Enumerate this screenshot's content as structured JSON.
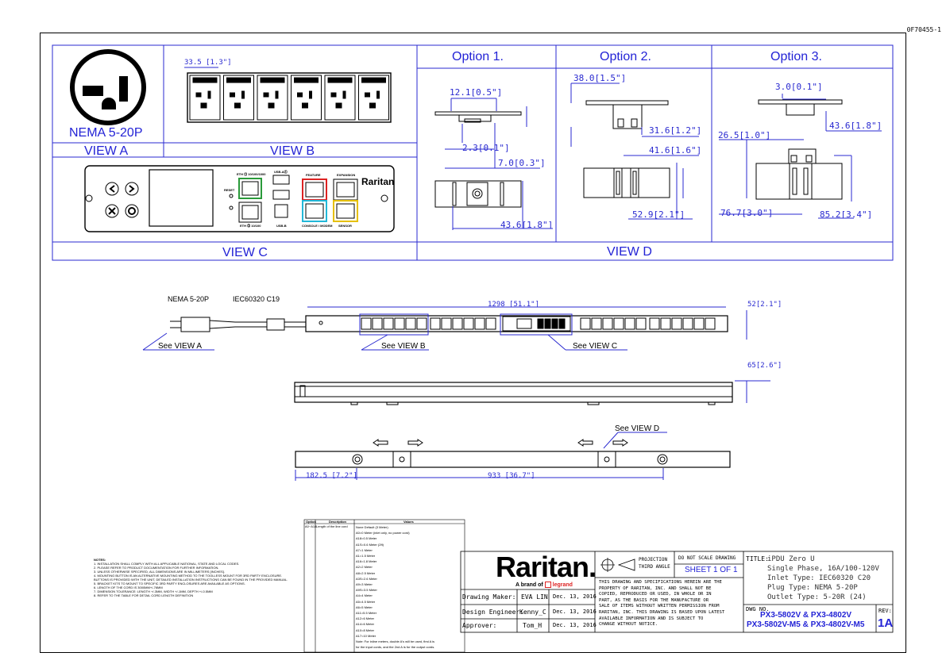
{
  "doc_id": "0F70455-1",
  "view_labels": {
    "view_a": "VIEW A",
    "view_b": "VIEW B",
    "view_c": "VIEW C",
    "view_d": "VIEW D",
    "plug_label": "NEMA 5-20P"
  },
  "options": {
    "opt1": "Option 1.",
    "opt2": "Option  2.",
    "opt3": "Option 3."
  },
  "dims": {
    "b_pitch": "33.5 [1.3\"]",
    "o1_a": "12.1[0.5\"]",
    "o1_b": "2.3[0.1\"]",
    "o1_c": "7.0[0.3\"]",
    "o1_d": "43.6[1.8\"]",
    "o2_a": "38.0[1.5\"]",
    "o2_b": "31.6[1.2\"]",
    "o2_c": "41.6[1.6\"]",
    "o2_d": "52.9[2.1\"]",
    "o3_a": "3.0[0.1\"]",
    "o3_b": "26.5[1.0\"]",
    "o3_c": "43.6[1.8\"]",
    "o3_d": "76.7[3.0\"]",
    "o3_e": "85.2[3.4\"]",
    "length": "1298 [51.1\"]",
    "width": "52[2.1\"]",
    "depth": "65[2.6\"]",
    "mount_offset": "182.5 [7.2\"]",
    "mount_pitch": "933 [36.7\"]"
  },
  "controller": {
    "eth_top": "ETH ⓵ 10/100/1000",
    "usb_a": "USB-A⓵",
    "feature": "FEATURE",
    "expansion": "EXPANSION",
    "reset": "RESET",
    "eth_bottom": "ETH ⓶ 10/100",
    "usb_b": "USB-B",
    "console": "CONSOLE / MODEM",
    "sensor": "SENSOR",
    "brand": "Raritan"
  },
  "callouts": {
    "plug": "NEMA 5-20P",
    "inlet": "IEC60320 C19",
    "see_a": "See VIEW A",
    "see_b": "See VIEW B",
    "see_c": "See VIEW C",
    "see_d": "See VIEW D"
  },
  "notes": {
    "title": "NOTES:",
    "lines": [
      "1. INSTALLATION SHALL COMPLY WITH ALL APPLICABLE NATIONAL, STATE AND LOCAL CODES.",
      "2. PLEASE REFER TO PRODUCT DOCUMENTATION FOR FURTHER INFORMATION.",
      "3. UNLESS OTHERWISE SPECIFIED, ALL DIMENSIONS ARE IN MILLIMETERS [INCHES].",
      "4. MOUNTING BUTTON IS AN ALTERNATIVE MOUNTING METHOD TO THE TOOLLESS MOUNT FOR 3RD PARTY ENCLOSURE.",
      "   BUTTONS IS PROVIDED WITH THE UNIT, DETAILED INSTALLATION INSTRUCTIONS CAN BE FOUND IN THE PROVIDED MANUAL.",
      "5. BRACKET KITS TO MOUNT TO SPECIFIC 3RD PARTY ENCLOSURES ARE AVAILABLE AS OPTIONS.",
      "6. LENGTH OF THE CORD IS 3000MM+/-76MM",
      "7. DIMENSION TOLERANCE: LENGTH +/-3MM, WIDTH +/-1MM, DEPTH +/-0.5MM",
      "8. REFER TO THE TABLE FOR DETAIL CORD LENGTH DEFINITION"
    ]
  },
  "option_table": {
    "headers": [
      "Option",
      "Description",
      "Values"
    ],
    "row_option": "A0~A18",
    "row_desc": "Length of the line cord",
    "values": [
      "None Default (3 Meter)",
      "A0=0 Meter (inlet only, no power cord)",
      "A18=0.5 Meter",
      "A1S=0.6 Meter (2ft)",
      "A7=1 Meter",
      "A1=1.5 Meter",
      "A16=1.8 Meter",
      "A2=2 Meter",
      "A8=2.5 Meter",
      "A3S=2.6 Meter",
      "A9=3 Meter",
      "A9S=3.5 Meter",
      "A4=4 Meter",
      "A5=4.5 Meter",
      "A6=5 Meter",
      "A11=5.5 Meter",
      "A12=6 Meter",
      "A14=6 Meter",
      "A10=8 Meter",
      "A17=10 Meter",
      "Note: For inline meters, double A's will be used, first A is",
      "for the input cords, and the 2nd A is for the output cords."
    ]
  },
  "title_block": {
    "brand": "Raritan.",
    "brand_sub": "A brand of",
    "brand_legrand": "legrand",
    "projection": "PROJECTION",
    "third_angle": "THIRD ANGLE",
    "do_not_scale": "DO NOT SCALE DRAWING",
    "sheet": "SHEET 1 OF 1",
    "legal": [
      "THIS DRAWING AND SPECIFICATIONS HEREIN ARE THE",
      "PROPERTY OF RARITAN, INC. AND SHALL NOT BE",
      "COPIED, REPRODUCED OR USED, IN WHOLE OR IN",
      "PART, AS THE BASIS FOR THE MANUFACTURE OR",
      "SALE OF ITEMS WITHOUT WRITTEN PERMISSION FROM",
      "RARITAN, INC. THIS DRAWING IS BASED UPON LATEST",
      "AVAILABLE INFORMATION AND IS SUBJECT TO",
      "CHANGE WITHOUT NOTICE."
    ],
    "maker_label": "Drawing Maker:",
    "maker_name": "EVA LIN",
    "maker_date": "Dec. 13, 2016",
    "engineer_label": "Design Engineer:",
    "engineer_name": "Kenny_C",
    "engineer_date": "Dec. 13, 2016",
    "approver_label": "Approver:",
    "approver_name": "Tom_H",
    "approver_date": "Dec. 13, 2016",
    "title_label": "TITLE:",
    "title_lines": [
      "iPDU Zero U",
      "Single Phase, 16A/100-120V",
      "Inlet Type: IEC60320 C20",
      "Plug Type: NEMA 5-20P",
      "Outlet Type: 5-20R (24)"
    ],
    "dwg_label": "DWG NO.",
    "dwg_line1": "PX3-5802V & PX3-4802V",
    "dwg_line2": "PX3-5802V-M5 & PX3-4802V-M5",
    "rev_label": "REV:",
    "rev": "1A"
  },
  "colors": {
    "accent": "#2323d6",
    "controller_red": "#d22",
    "controller_green": "#2a9a3a",
    "controller_cyan": "#22b8d8",
    "controller_yellow": "#e6c000"
  }
}
